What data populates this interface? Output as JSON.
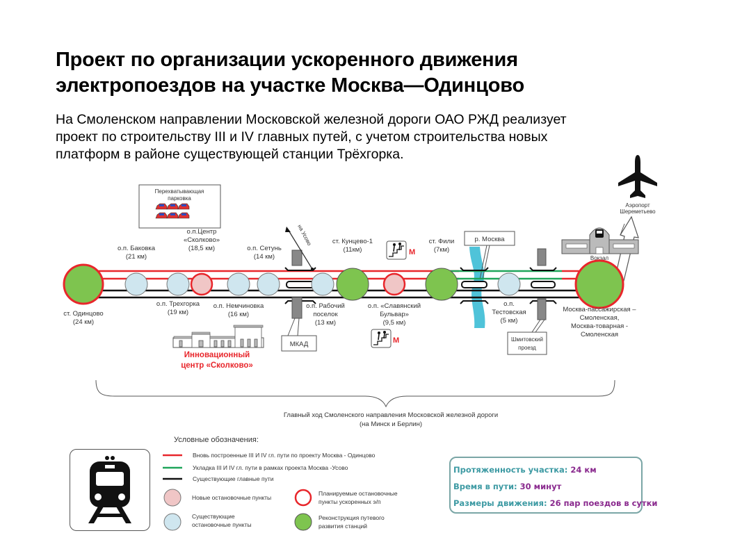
{
  "title": {
    "line1": "Проект по организации ускоренного движения",
    "line2": "электропоездов на участке Москва—Одинцово"
  },
  "subtitle": {
    "line1": "На Смоленском направлении Московской железной дороги ОАО РЖД реализует",
    "line2": "проект по строительству III и IV главных путей,  с учетом строительства новых",
    "line3": "платформ в районе существующей станции Трёхгорка."
  },
  "colors": {
    "new_tracks": "#e8262b",
    "usovo_tracks": "#1fa55a",
    "existing_tracks": "#111111",
    "new_stop_fill": "#f0c6c6",
    "existing_stop_fill": "#cfe6ef",
    "station_fill": "#7ec44f",
    "river": "#4fc3d9",
    "info_key": "#3d9aa3",
    "info_value": "#8a2a8e"
  },
  "parking": {
    "label_line1": "Перехватывающая",
    "label_line2": "парковка"
  },
  "stations": [
    {
      "id": "odintsovo",
      "kind": "station",
      "name_lines": [
        "ст. Одинцово",
        "(24 км)"
      ],
      "label_pos": "below"
    },
    {
      "id": "bakovka",
      "kind": "existing",
      "name_lines": [
        "о.п. Баковка",
        "(21 км)"
      ],
      "label_pos": "above"
    },
    {
      "id": "trekhgorka",
      "kind": "existing",
      "name_lines": [
        "о.п. Трехгорка",
        "(19 км)"
      ],
      "label_pos": "below"
    },
    {
      "id": "skolkovo",
      "kind": "new",
      "name_lines": [
        "о.п.Центр",
        "«Сколково»",
        "(18,5 км)"
      ],
      "label_pos": "above"
    },
    {
      "id": "nemchinovka",
      "kind": "existing",
      "name_lines": [
        "о.п. Немчиновка",
        "(16 км)"
      ],
      "label_pos": "below"
    },
    {
      "id": "setun",
      "kind": "existing",
      "name_lines": [
        "о.п. Сетунь",
        "(14 км)"
      ],
      "label_pos": "above"
    },
    {
      "id": "rabochiy",
      "kind": "existing",
      "name_lines": [
        "о.п. Рабочий",
        "поселок",
        "(13 км)"
      ],
      "label_pos": "below"
    },
    {
      "id": "kuntsevo",
      "kind": "station",
      "name_lines": [
        "ст. Кунцево-1",
        "(11км)"
      ],
      "label_pos": "above"
    },
    {
      "id": "slavyansky",
      "kind": "new",
      "name_lines": [
        "о.п. «Славянский",
        "Бульвар»",
        "(9,5 км)"
      ],
      "label_pos": "below"
    },
    {
      "id": "fili",
      "kind": "station",
      "name_lines": [
        "ст. Фили",
        "(7км)"
      ],
      "label_pos": "above"
    },
    {
      "id": "testovskaya",
      "kind": "existing",
      "name_lines": [
        "о.п.",
        "Тестовская",
        "(5 км)"
      ],
      "label_pos": "below"
    },
    {
      "id": "moskva",
      "kind": "station",
      "name_lines": [
        "Москва-пассажирская –",
        "Смоленская,",
        "Москва-товарная -",
        "Смоленская"
      ],
      "label_pos": "below"
    }
  ],
  "annotations": {
    "usovo": "на Усово",
    "mkad": "МКАД",
    "river": "р. Москва",
    "shmitovsky_line1": "Шмитовский",
    "shmitovsky_line2": "проезд",
    "metro_letter": "М",
    "vokzal": "Вокзал",
    "airport_line1": "Аэропорт",
    "airport_line2": "Шереметьево",
    "innovation_line1": "Инновационный",
    "innovation_line2": "центр «Сколково»"
  },
  "main_line": {
    "line1": "Главный ход Смоленского направления Московской железной дороги",
    "line2": "(на Минск и Берлин)"
  },
  "legend": {
    "title": "Условные обозначения:",
    "lines": [
      {
        "color_key": "new_tracks",
        "text": "Вновь построенные III И IV гл. пути по проекту Москва - Одинцово"
      },
      {
        "color_key": "usovo_tracks",
        "text": "Укладка III И IV гл. пути в рамках проекта Москва -Усово"
      },
      {
        "color_key": "existing_tracks",
        "text": "Существующие главные пути"
      }
    ],
    "markers": [
      {
        "kind": "new",
        "text_lines": [
          "Новые остановочные пункты"
        ]
      },
      {
        "kind": "planned",
        "text_lines": [
          "Планируемые остановочные",
          "пункты ускоренных э/п"
        ]
      },
      {
        "kind": "existing",
        "text_lines": [
          "Существующие",
          "остановочные пункты"
        ]
      },
      {
        "kind": "station",
        "text_lines": [
          "Реконструкция путевого",
          "развития станций"
        ]
      }
    ]
  },
  "info": {
    "length_key": "Протяженность участка:",
    "length_val": "24 км",
    "time_key": "Время в пути:",
    "time_val": "30 минут",
    "traffic_key": "Размеры движения:",
    "traffic_val": "26 пар поездов в сутки"
  },
  "icons": {
    "train_pictogram": "train-icon",
    "airplane": "airplane-icon",
    "stairs_metro": "metro-stairs-icon"
  }
}
